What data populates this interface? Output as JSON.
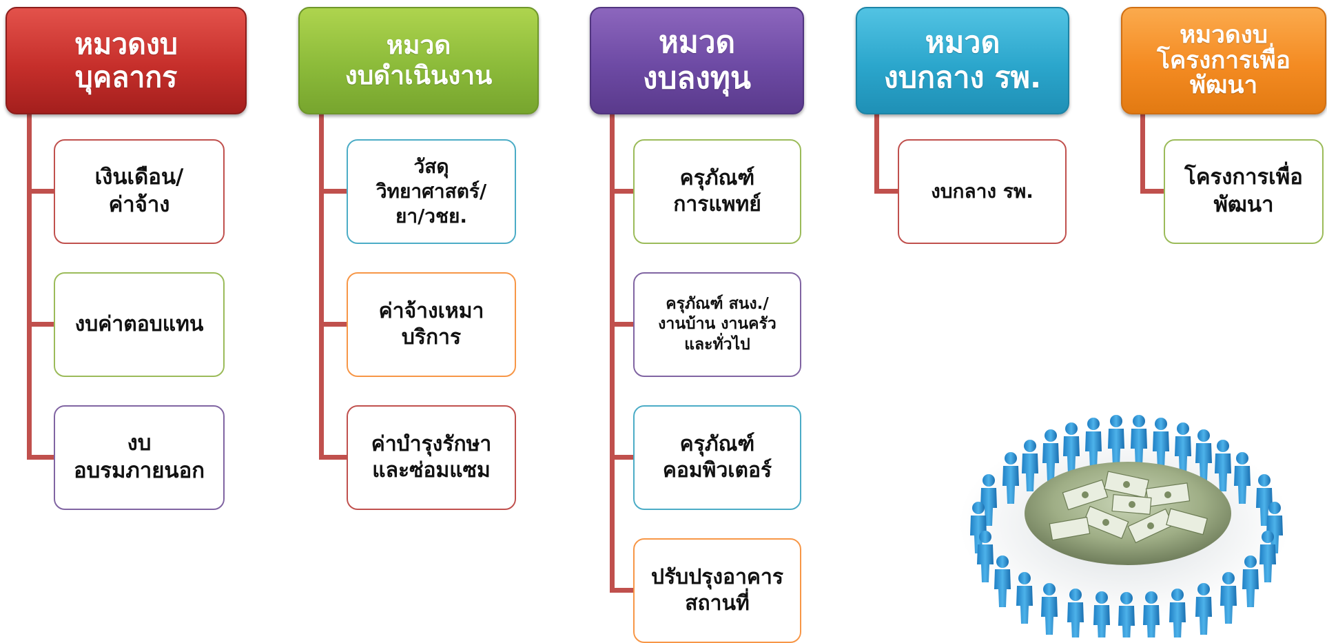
{
  "categories": [
    {
      "header": "หมวดงบ\nบุคลากร",
      "items": [
        "เงินเดือน/\nค่าจ้าง",
        "งบค่าตอบแทน",
        "งบ\nอบรมภายนอก"
      ]
    },
    {
      "header": "หมวด\nงบดำเนินงาน",
      "items": [
        "วัสดุ\nวิทยาศาสตร์/\nยา/วชย.",
        "ค่าจ้างเหมา\nบริการ",
        "ค่าบำรุงรักษา\nและซ่อมแซม"
      ]
    },
    {
      "header": "หมวด\nงบลงทุน",
      "items": [
        "ครุภัณฑ์\nการแพทย์",
        "ครุภัณฑ์ สนง./\nงานบ้าน งานครัว\nและทั่วไป",
        "ครุภัณฑ์\nคอมพิวเตอร์",
        "ปรับปรุงอาคาร\nสถานที่"
      ]
    },
    {
      "header": "หมวด\nงบกลาง รพ.",
      "items": [
        "งบกลาง รพ."
      ]
    },
    {
      "header": "หมวดงบ\nโครงการเพื่อ\nพัฒนา",
      "items": [
        "โครงการเพื่อ\nพัฒนา"
      ]
    }
  ],
  "illustration": {
    "icon": "people-circle-around-money-pile"
  },
  "colors": {
    "red": "#c0504d",
    "green": "#9bbb59",
    "purple": "#8064a2",
    "blue": "#4bacc6",
    "orange": "#f79646",
    "connector": "#c0504d"
  }
}
